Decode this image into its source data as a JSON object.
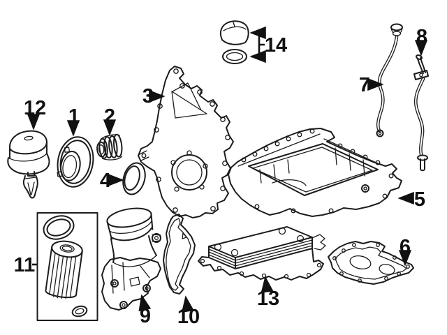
{
  "figure": {
    "type": "engine-parts-exploded-diagram",
    "background": "#ffffff",
    "line_color": "#1c1c1c",
    "label_color": "#111111",
    "callout_count": 14
  },
  "callouts": {
    "c1": "1",
    "c2": "2",
    "c3": "3",
    "c4": "4",
    "c5": "5",
    "c6": "6",
    "c7": "7",
    "c8": "8",
    "c9": "9",
    "c10": "10",
    "c11": "11",
    "c12": "12",
    "c13": "13",
    "c14": "14"
  }
}
